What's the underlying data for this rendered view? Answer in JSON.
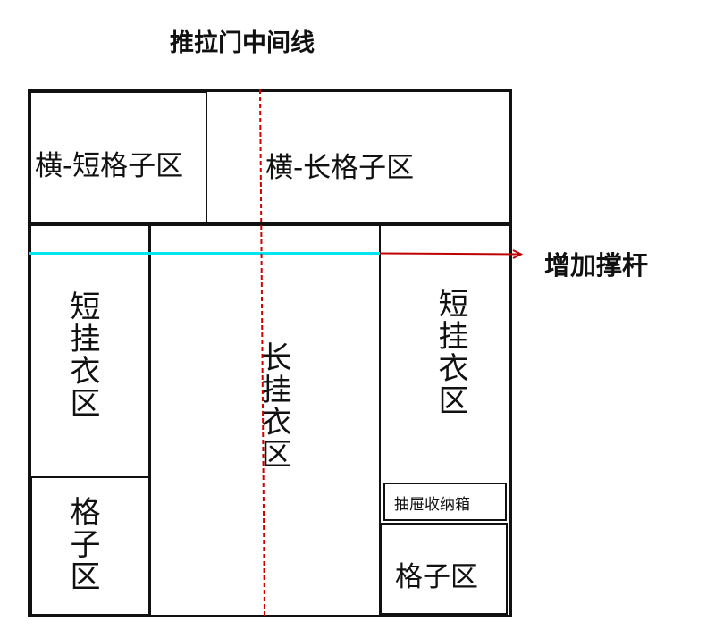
{
  "title": "推拉门中间线",
  "annotation": "增加撑杆",
  "zones": {
    "top_short_shelf": "横-短格子区",
    "top_long_shelf": "横-长格子区",
    "left_short_hanging": "短挂衣区",
    "left_shelf": "格子区",
    "center_long_hanging": "长挂衣区",
    "right_short_hanging": "短挂衣区",
    "drawer": "抽屉收纳箱",
    "right_shelf": "格子区"
  },
  "colors": {
    "support_rod": "#00e5f0",
    "arrow": "#c00000",
    "center_line": "#d00000"
  }
}
